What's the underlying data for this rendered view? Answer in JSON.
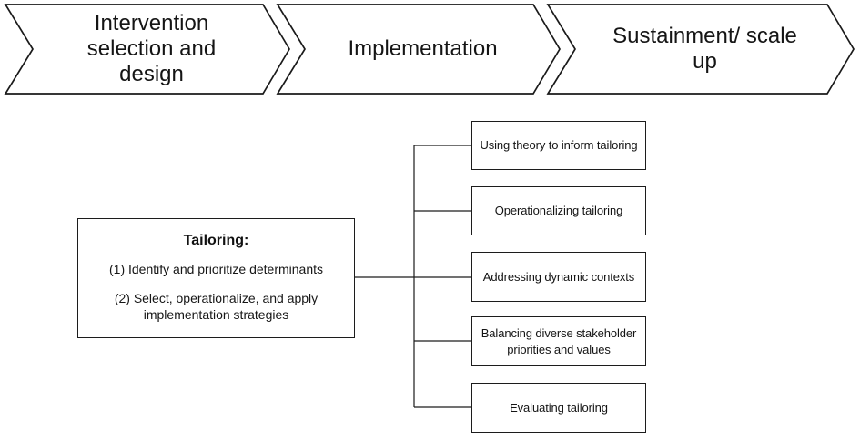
{
  "process_arrows": [
    {
      "label": "Intervention selection and design"
    },
    {
      "label": "Implementation"
    },
    {
      "label": "Sustainment/ scale up"
    }
  ],
  "tailoring_box": {
    "title": "Tailoring:",
    "items": [
      "(1) Identify and prioritize determinants",
      "(2) Select, operationalize, and apply implementation strategies"
    ]
  },
  "branches": [
    "Using theory to inform tailoring",
    "Operationalizing tailoring",
    "Addressing dynamic contexts",
    "Balancing diverse stakeholder priorities and values",
    "Evaluating tailoring"
  ],
  "colors": {
    "outline": "#000000",
    "background": "#ffffff",
    "text": "#111111"
  }
}
